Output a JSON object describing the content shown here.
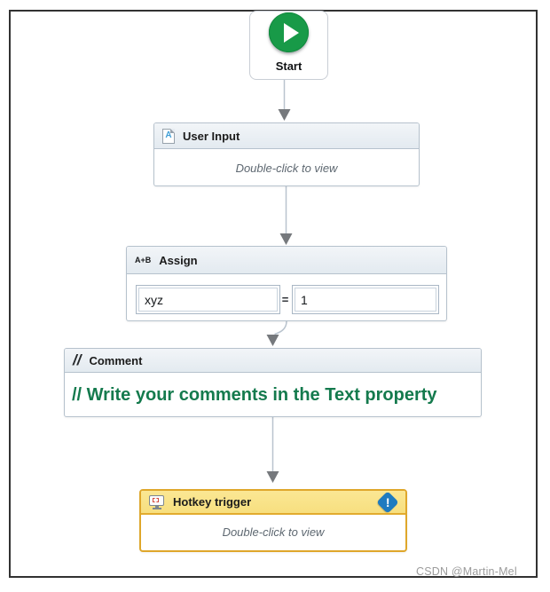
{
  "watermark": "CSDN @Martin-Mel",
  "workflow": {
    "start": {
      "label": "Start"
    },
    "activities": {
      "user_input": {
        "title": "User Input",
        "icon_letter": "A",
        "body_hint": "Double-click to view"
      },
      "assign": {
        "title": "Assign",
        "icon_text": "A+B",
        "to_value": "xyz",
        "operator": "=",
        "value": "1"
      },
      "comment": {
        "title": "Comment",
        "icon_text": "//",
        "text": "// Write your comments in the Text property"
      },
      "hotkey_trigger": {
        "title": "Hotkey trigger",
        "body_hint": "Double-click to view",
        "error_mark": "!",
        "selected": true
      }
    }
  },
  "colors": {
    "start_green": "#189a48",
    "node_border": "#b6c2cd",
    "header_bg": "#e9eef3",
    "selection_border_orange": "#dfa72b",
    "selection_header_yellow": "#f9e289",
    "error_badge_blue": "#1e7bc0",
    "comment_text_green": "#147a4d",
    "connector_line": "#b9c3ce",
    "arrow_gray": "#76797d",
    "frame_border": "#323232",
    "watermark_gray": "#9c9c9c"
  }
}
